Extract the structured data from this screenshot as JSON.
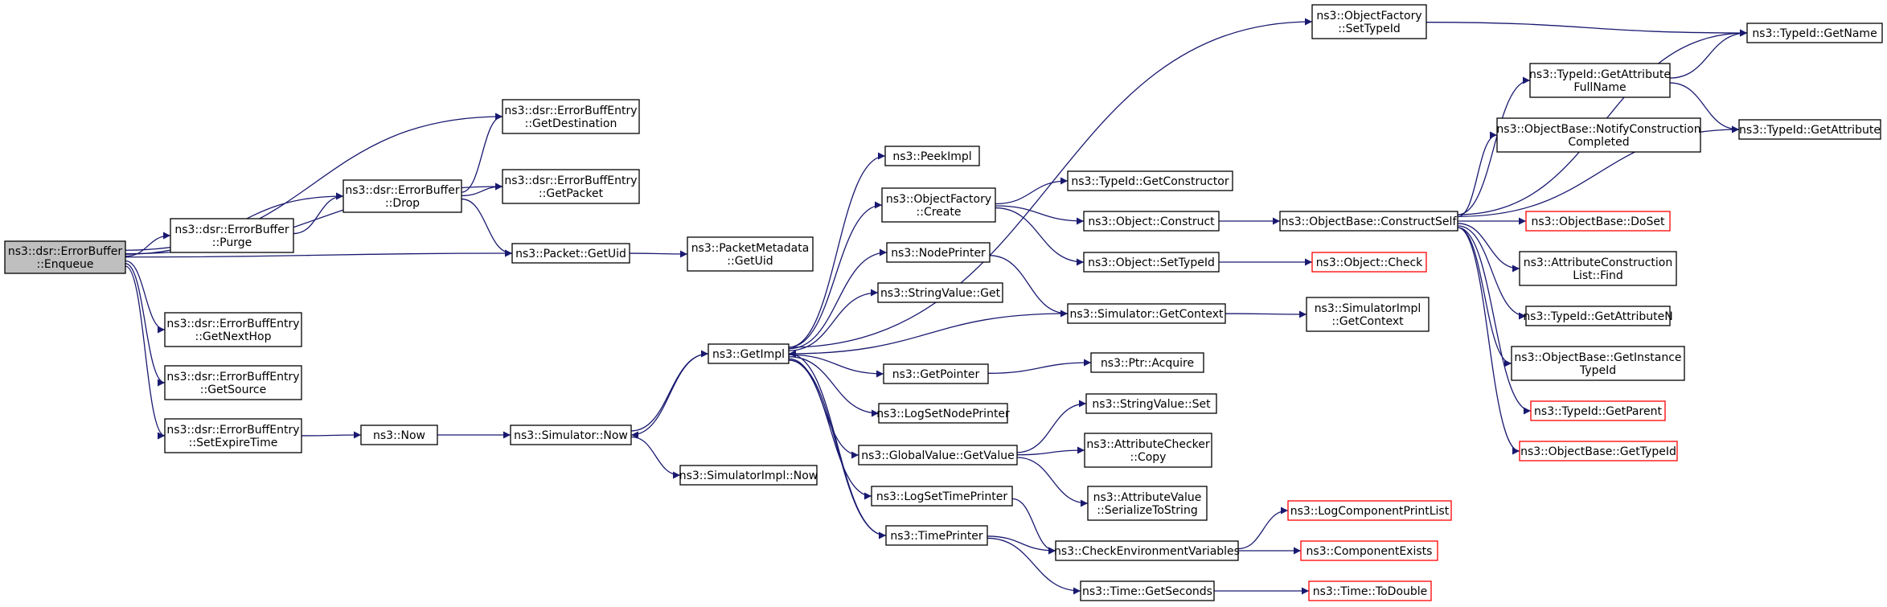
{
  "colors": {
    "edge": "#191970",
    "node_border": "#000000",
    "node_border_incomplete": "#ff0000",
    "root_fill": "#bfbfbf",
    "node_fill": "#ffffff"
  },
  "nodes": [
    {
      "id": "enqueue",
      "lines": [
        "ns3::dsr::ErrorBuffer",
        "::Enqueue"
      ],
      "root": true
    },
    {
      "id": "getdest",
      "lines": [
        "ns3::dsr::ErrorBuffEntry",
        "::GetDestination"
      ]
    },
    {
      "id": "drop",
      "lines": [
        "ns3::dsr::ErrorBuffer",
        "::Drop"
      ]
    },
    {
      "id": "getpacket",
      "lines": [
        "ns3::dsr::ErrorBuffEntry",
        "::GetPacket"
      ]
    },
    {
      "id": "purge",
      "lines": [
        "ns3::dsr::ErrorBuffer",
        "::Purge"
      ]
    },
    {
      "id": "getuid",
      "lines": [
        "ns3::Packet::GetUid"
      ]
    },
    {
      "id": "pmgetuid",
      "lines": [
        "ns3::PacketMetadata",
        "::GetUid"
      ]
    },
    {
      "id": "getnexthop",
      "lines": [
        "ns3::dsr::ErrorBuffEntry",
        "::GetNextHop"
      ]
    },
    {
      "id": "getsource",
      "lines": [
        "ns3::dsr::ErrorBuffEntry",
        "::GetSource"
      ]
    },
    {
      "id": "setexpire",
      "lines": [
        "ns3::dsr::ErrorBuffEntry",
        "::SetExpireTime"
      ]
    },
    {
      "id": "now",
      "lines": [
        "ns3::Now"
      ]
    },
    {
      "id": "simnow",
      "lines": [
        "ns3::Simulator::Now"
      ]
    },
    {
      "id": "simimplnow",
      "lines": [
        "ns3::SimulatorImpl::Now"
      ]
    },
    {
      "id": "getimpl",
      "lines": [
        "ns3::GetImpl"
      ]
    },
    {
      "id": "ofsettypeid",
      "lines": [
        "ns3::ObjectFactory",
        "::SetTypeId"
      ]
    },
    {
      "id": "peekimpl",
      "lines": [
        "ns3::PeekImpl"
      ]
    },
    {
      "id": "ofcreate",
      "lines": [
        "ns3::ObjectFactory",
        "::Create"
      ]
    },
    {
      "id": "nodeprinter",
      "lines": [
        "ns3::NodePrinter"
      ]
    },
    {
      "id": "svget",
      "lines": [
        "ns3::StringValue::Get"
      ]
    },
    {
      "id": "getpointer",
      "lines": [
        "ns3::GetPointer"
      ]
    },
    {
      "id": "logsetnode",
      "lines": [
        "ns3::LogSetNodePrinter"
      ]
    },
    {
      "id": "gvgetvalue",
      "lines": [
        "ns3::GlobalValue::GetValue"
      ]
    },
    {
      "id": "logsettime",
      "lines": [
        "ns3::LogSetTimePrinter"
      ]
    },
    {
      "id": "timeprinter",
      "lines": [
        "ns3::TimePrinter"
      ]
    },
    {
      "id": "getconstructor",
      "lines": [
        "ns3::TypeId::GetConstructor"
      ]
    },
    {
      "id": "objconstruct",
      "lines": [
        "ns3::Object::Construct"
      ]
    },
    {
      "id": "objsettypeid",
      "lines": [
        "ns3::Object::SetTypeId"
      ]
    },
    {
      "id": "simgetcontext",
      "lines": [
        "ns3::Simulator::GetContext"
      ]
    },
    {
      "id": "ptracquire",
      "lines": [
        "ns3::Ptr::Acquire"
      ]
    },
    {
      "id": "svset",
      "lines": [
        "ns3::StringValue::Set"
      ]
    },
    {
      "id": "attrchkcopy",
      "lines": [
        "ns3::AttributeChecker",
        "::Copy"
      ]
    },
    {
      "id": "attrvalser",
      "lines": [
        "ns3::AttributeValue",
        "::SerializeToString"
      ]
    },
    {
      "id": "checkenv",
      "lines": [
        "ns3::CheckEnvironmentVariables"
      ]
    },
    {
      "id": "getseconds",
      "lines": [
        "ns3::Time::GetSeconds"
      ]
    },
    {
      "id": "constructself",
      "lines": [
        "ns3::ObjectBase::ConstructSelf"
      ]
    },
    {
      "id": "objcheck",
      "lines": [
        "ns3::Object::Check"
      ],
      "incomplete": true
    },
    {
      "id": "simimplgetctx",
      "lines": [
        "ns3::SimulatorImpl",
        "::GetContext"
      ]
    },
    {
      "id": "logcompprint",
      "lines": [
        "ns3::LogComponentPrintList"
      ],
      "incomplete": true
    },
    {
      "id": "compexists",
      "lines": [
        "ns3::ComponentExists"
      ],
      "incomplete": true
    },
    {
      "id": "todouble",
      "lines": [
        "ns3::Time::ToDouble"
      ],
      "incomplete": true
    },
    {
      "id": "getname",
      "lines": [
        "ns3::TypeId::GetName"
      ]
    },
    {
      "id": "getattrfull",
      "lines": [
        "ns3::TypeId::GetAttribute",
        "FullName"
      ]
    },
    {
      "id": "notifyconstr",
      "lines": [
        "ns3::ObjectBase::NotifyConstruction",
        "Completed"
      ]
    },
    {
      "id": "getattribute",
      "lines": [
        "ns3::TypeId::GetAttribute"
      ]
    },
    {
      "id": "doset",
      "lines": [
        "ns3::ObjectBase::DoSet"
      ],
      "incomplete": true
    },
    {
      "id": "attrconstrfind",
      "lines": [
        "ns3::AttributeConstruction",
        "List::Find"
      ]
    },
    {
      "id": "getattrn",
      "lines": [
        "ns3::TypeId::GetAttributeN"
      ]
    },
    {
      "id": "getinsttypeid",
      "lines": [
        "ns3::ObjectBase::GetInstance",
        "TypeId"
      ]
    },
    {
      "id": "getparent",
      "lines": [
        "ns3::TypeId::GetParent"
      ],
      "incomplete": true
    },
    {
      "id": "gettypeid",
      "lines": [
        "ns3::ObjectBase::GetTypeId"
      ],
      "incomplete": true
    }
  ],
  "edges": [
    [
      "enqueue",
      "getdest"
    ],
    [
      "enqueue",
      "getpacket"
    ],
    [
      "enqueue",
      "drop"
    ],
    [
      "enqueue",
      "purge"
    ],
    [
      "enqueue",
      "getuid"
    ],
    [
      "enqueue",
      "getnexthop"
    ],
    [
      "enqueue",
      "getsource"
    ],
    [
      "enqueue",
      "setexpire"
    ],
    [
      "drop",
      "getdest"
    ],
    [
      "drop",
      "getpacket"
    ],
    [
      "drop",
      "getuid"
    ],
    [
      "purge",
      "drop"
    ],
    [
      "getuid",
      "pmgetuid"
    ],
    [
      "setexpire",
      "now"
    ],
    [
      "now",
      "simnow"
    ],
    [
      "simnow",
      "getimpl"
    ],
    [
      "simnow",
      "simimplnow"
    ],
    [
      "getimpl",
      "ofsettypeid"
    ],
    [
      "getimpl",
      "peekimpl"
    ],
    [
      "getimpl",
      "ofcreate"
    ],
    [
      "getimpl",
      "nodeprinter"
    ],
    [
      "getimpl",
      "svget"
    ],
    [
      "getimpl",
      "getpointer"
    ],
    [
      "getimpl",
      "logsetnode"
    ],
    [
      "getimpl",
      "gvgetvalue"
    ],
    [
      "getimpl",
      "logsettime"
    ],
    [
      "getimpl",
      "timeprinter"
    ],
    [
      "getimpl",
      "simnow"
    ],
    [
      "ofsettypeid",
      "getname"
    ],
    [
      "ofcreate",
      "getconstructor"
    ],
    [
      "ofcreate",
      "objconstruct"
    ],
    [
      "ofcreate",
      "objsettypeid"
    ],
    [
      "nodeprinter",
      "simgetcontext"
    ],
    [
      "simgetcontext",
      "getimpl"
    ],
    [
      "simgetcontext",
      "simimplgetctx"
    ],
    [
      "getpointer",
      "ptracquire"
    ],
    [
      "gvgetvalue",
      "svset"
    ],
    [
      "gvgetvalue",
      "attrchkcopy"
    ],
    [
      "gvgetvalue",
      "attrvalser"
    ],
    [
      "logsettime",
      "checkenv"
    ],
    [
      "timeprinter",
      "checkenv"
    ],
    [
      "timeprinter",
      "getimpl"
    ],
    [
      "timeprinter",
      "getseconds"
    ],
    [
      "checkenv",
      "logcompprint"
    ],
    [
      "checkenv",
      "compexists"
    ],
    [
      "getseconds",
      "todouble"
    ],
    [
      "objconstruct",
      "constructself"
    ],
    [
      "objsettypeid",
      "objcheck"
    ],
    [
      "constructself",
      "getname"
    ],
    [
      "constructself",
      "getattrfull"
    ],
    [
      "constructself",
      "notifyconstr"
    ],
    [
      "constructself",
      "getattribute"
    ],
    [
      "constructself",
      "doset"
    ],
    [
      "constructself",
      "attrconstrfind"
    ],
    [
      "constructself",
      "getattrn"
    ],
    [
      "constructself",
      "getinsttypeid"
    ],
    [
      "constructself",
      "getparent"
    ],
    [
      "constructself",
      "gettypeid"
    ],
    [
      "getattrfull",
      "getname"
    ],
    [
      "getattrfull",
      "getattribute"
    ]
  ]
}
